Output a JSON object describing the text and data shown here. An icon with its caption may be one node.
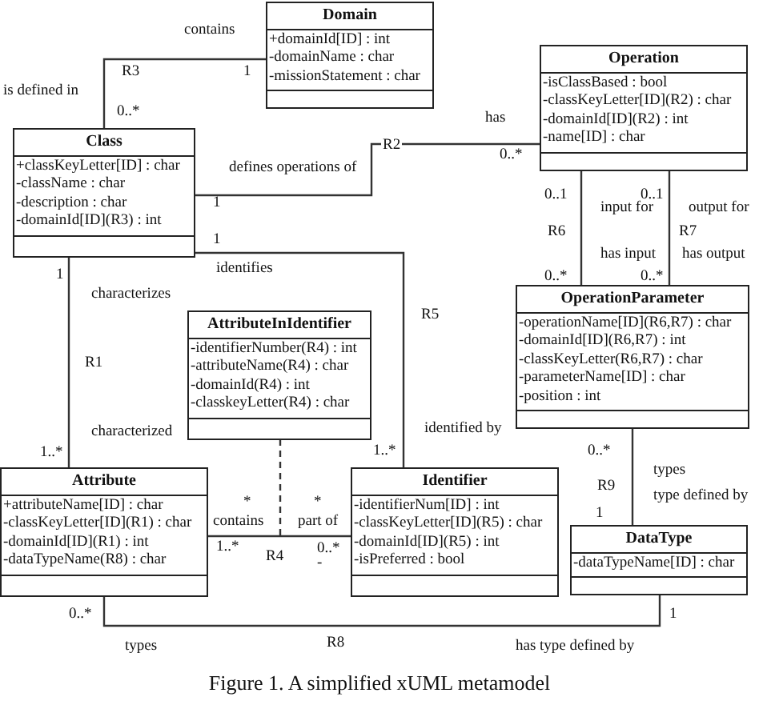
{
  "diagram": {
    "caption": "Figure 1. A simplified xUML metamodel",
    "nodes": [
      {
        "text": [
          "Domain",
          "+domainId[ID] : int",
          "-domainName : char",
          "-missionStatement : char"
        ]
      },
      {
        "text": [
          "Class",
          "+classKeyLetter[ID] : char",
          "-className : char",
          "-description : char",
          "-domainId[ID](R3) : int"
        ]
      },
      {
        "text": [
          "Operation",
          "-isClassBased : bool",
          "-classKeyLetter[ID](R2) : char",
          "-domainId[ID](R2) : int",
          "-name[ID] : char"
        ]
      },
      {
        "text": [
          "AttributeInIdentifier",
          "-identifierNumber(R4) : int",
          "-attributeName(R4) : char",
          "-domainId(R4) : int",
          "-classkeyLetter(R4) : char"
        ]
      },
      {
        "text": [
          "OperationParameter",
          "-operationName[ID](R6,R7) : char",
          "-domainId[ID](R6,R7) : int",
          "-classKeyLetter(R6,R7) : char",
          "-parameterName[ID] : char",
          "-position : int"
        ]
      },
      {
        "text": [
          "Attribute",
          "+attributeName[ID] : char",
          "-classKeyLetter[ID](R1) : char",
          "-domainId[ID](R1) : int",
          "-dataTypeName(R8) : char"
        ]
      },
      {
        "text": [
          "Identifier",
          "-identifierNum[ID] : int",
          "-classKeyLetter[ID](R5) : char",
          "-domainId[ID](R5) : int",
          "-isPreferred : bool"
        ]
      },
      {
        "text": [
          "DataType",
          "-dataTypeName[ID] : char"
        ]
      }
    ],
    "edges": [
      {
        "from": 1,
        "to": 0,
        "arrow": "none",
        "label": "R3"
      },
      {
        "from": 1,
        "to": 2,
        "arrow": "none",
        "label": "R2"
      },
      {
        "from": 1,
        "to": 6,
        "arrow": "none",
        "label": "R5"
      },
      {
        "from": 1,
        "to": 5,
        "arrow": "none",
        "label": "R1"
      },
      {
        "from": 5,
        "to": 6,
        "arrow": "none",
        "label": "R4"
      },
      {
        "from": 3,
        "to": null,
        "arrow": "none",
        "style": "dashed"
      },
      {
        "from": 2,
        "to": 4,
        "arrow": "none",
        "label": "R6"
      },
      {
        "from": 2,
        "to": 4,
        "arrow": "none",
        "label": "R7"
      },
      {
        "from": 4,
        "to": 7,
        "arrow": "none",
        "label": "R9"
      },
      {
        "from": 5,
        "to": 7,
        "arrow": "none",
        "label": "R8"
      }
    ],
    "labels": [
      "contains",
      "is defined in",
      "1",
      "0..*",
      "has",
      "0..*",
      "defines operations of",
      "1",
      "1",
      "identifies",
      "0..1",
      "0..1",
      "input for",
      "output for",
      "has input",
      "has output",
      "1",
      "0..*",
      "0..*",
      "characterizes",
      "characterized",
      "1..*",
      "identified by",
      "1..*",
      "0..*",
      "types",
      "type defined by",
      "1",
      "*",
      "*",
      "contains",
      "part of",
      "1..*",
      "0..*",
      "-",
      "0..*",
      "1",
      "types",
      "has type defined by"
    ]
  }
}
